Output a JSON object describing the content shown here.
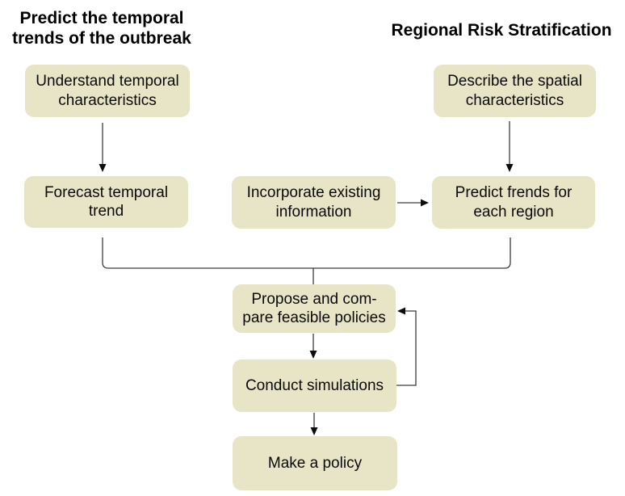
{
  "titles": {
    "left": "Predict the temporal\ntrends of the outbreak",
    "right": "Regional Risk Stratification"
  },
  "nodes": {
    "understand": {
      "label": "Understand temporal\ncharacteristics"
    },
    "describe": {
      "label": "Describe the spatial\ncharacteristics"
    },
    "forecast": {
      "label": "Forecast temporal\ntrend"
    },
    "incorporate": {
      "label": "Incorporate existing\ninformation"
    },
    "predict": {
      "label": "Predict frends for\neach region"
    },
    "propose": {
      "label": "Propose and com-\npare feasible policies"
    },
    "conduct": {
      "label": "Conduct simulations"
    },
    "make": {
      "label": "Make a policy"
    }
  },
  "edges": [
    {
      "from": "understand-temporal-characteristics",
      "to": "forecast-temporal-trend",
      "type": "arrow"
    },
    {
      "from": "describe-spatial-characteristics",
      "to": "predict-trends-each-region",
      "type": "arrow"
    },
    {
      "from": "incorporate-existing-information",
      "to": "predict-trends-each-region",
      "type": "arrow"
    },
    {
      "from": "forecast-temporal-trend",
      "to": "propose-compare-policies",
      "type": "merge-connector"
    },
    {
      "from": "predict-trends-each-region",
      "to": "propose-compare-policies",
      "type": "merge-connector"
    },
    {
      "from": "propose-compare-policies",
      "to": "conduct-simulations",
      "type": "arrow"
    },
    {
      "from": "conduct-simulations",
      "to": "propose-compare-policies",
      "type": "feedback-arrow"
    },
    {
      "from": "conduct-simulations",
      "to": "make-a-policy",
      "type": "arrow"
    }
  ],
  "colors": {
    "background": "#ffffff",
    "node_fill": "#e8e5c6",
    "node_text": "#0a0a0a",
    "title_text": "#000000",
    "line": "#3c3c3c",
    "arrowhead": "#0d0d0d"
  }
}
